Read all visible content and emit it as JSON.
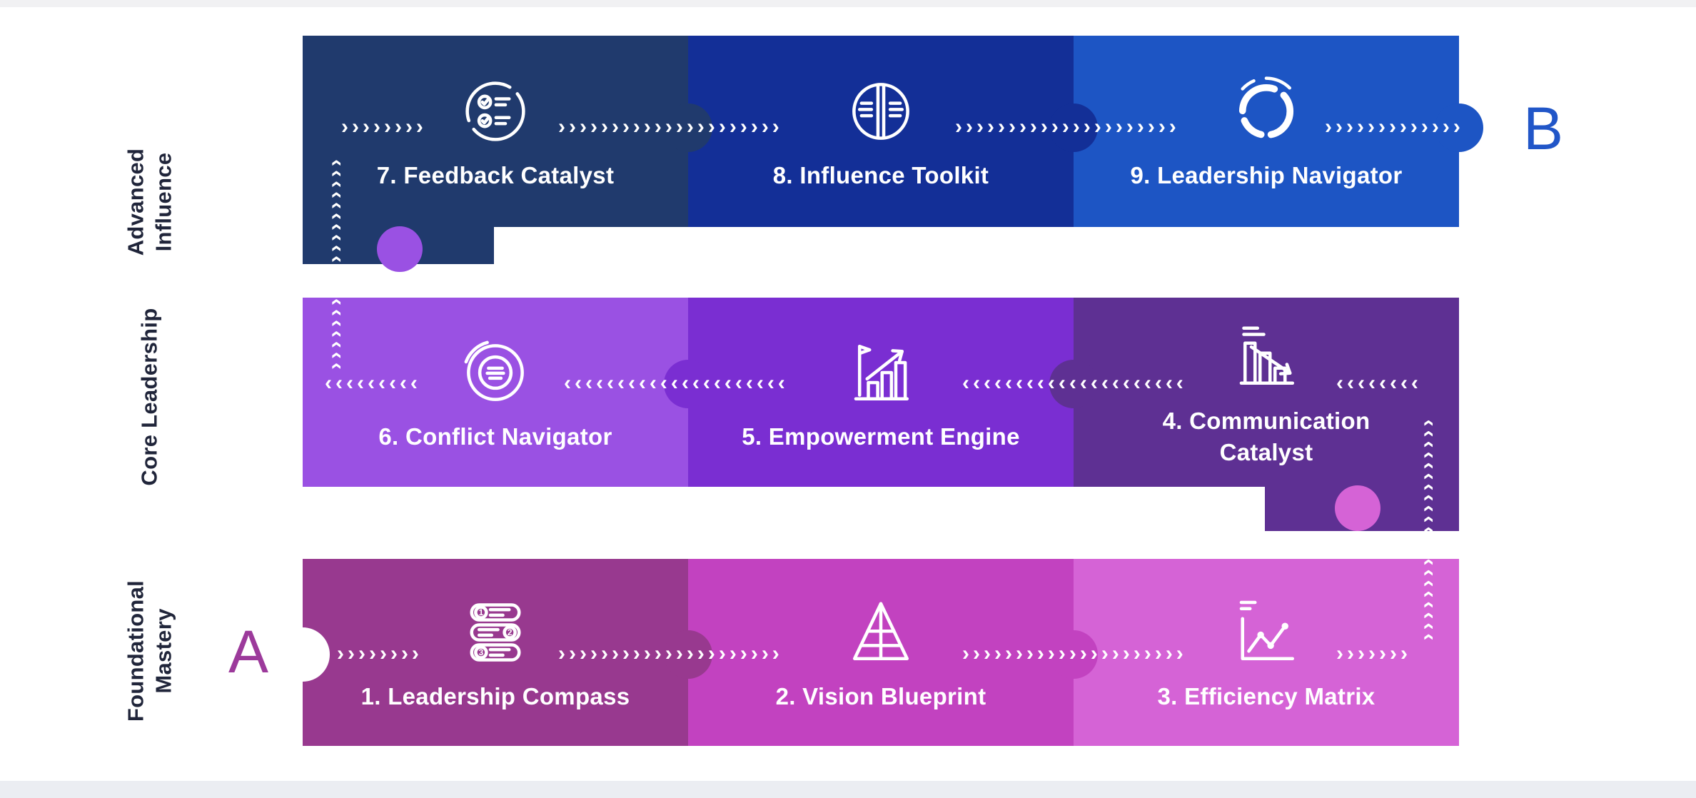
{
  "page": {
    "background": "#ffffff",
    "top_strip_color": "#f1f1f3",
    "bottom_strip_color": "#ebedf2"
  },
  "endpoints": {
    "start_label": "A",
    "start_color": "#9c3a9b",
    "end_label": "B",
    "end_color": "#2156c8"
  },
  "arrow_color": "#ffffff",
  "label_color": "#20253a",
  "rows": [
    {
      "label": "Advanced\nInfluence",
      "direction": "right",
      "blocks": [
        {
          "title": "7. Feedback Catalyst",
          "icon": "feedback-catalyst-icon",
          "color": "#203a6d"
        },
        {
          "title": "8. Influence Toolkit",
          "icon": "influence-toolkit-icon",
          "color": "#132f97"
        },
        {
          "title": "9. Leadership Navigator",
          "icon": "leadership-navigator-icon",
          "color": "#1d55c4"
        }
      ]
    },
    {
      "label": "Core Leadership",
      "direction": "left",
      "blocks": [
        {
          "title": "6. Conflict Navigator",
          "icon": "conflict-navigator-icon",
          "color": "#9a51e3"
        },
        {
          "title": "5. Empowerment Engine",
          "icon": "empowerment-engine-icon",
          "color": "#7a2ed2"
        },
        {
          "title": "4. Communication\nCatalyst",
          "icon": "communication-catalyst-icon",
          "color": "#5e3093"
        }
      ]
    },
    {
      "label": "Foundational\nMastery",
      "direction": "right",
      "blocks": [
        {
          "title": "1. Leadership Compass",
          "icon": "leadership-compass-icon",
          "color": "#98398f"
        },
        {
          "title": "2. Vision Blueprint",
          "icon": "vision-blueprint-icon",
          "color": "#c242c0"
        },
        {
          "title": "3. Efficiency Matrix",
          "icon": "efficiency-matrix-icon",
          "color": "#d563d6"
        }
      ]
    }
  ],
  "arrows": {
    "right_long": "›››››››››››››››››››››",
    "right_short": "››››››››",
    "right_to_end": "›››››››››››››",
    "right_exit": "›››››››",
    "left_long": "‹‹‹‹‹‹‹‹‹‹‹‹‹‹‹‹‹‹‹‹‹",
    "left_short": "‹‹‹‹‹‹‹‹",
    "left_exit": "‹‹‹‹‹‹‹‹‹",
    "up_left": "››››››››››››››››››››",
    "up_right": "›››››››››››››››››››››"
  }
}
